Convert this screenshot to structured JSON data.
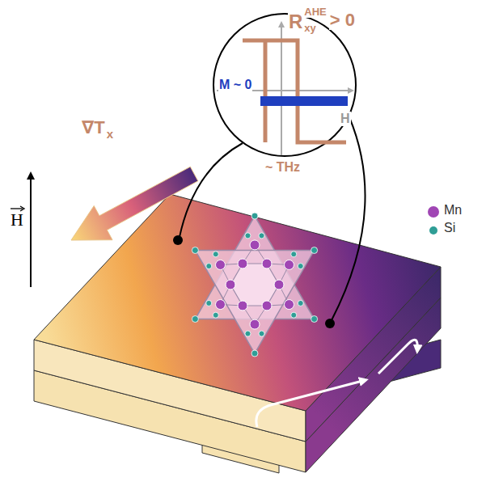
{
  "diagram": {
    "nodes": [
      {
        "text": [
          "R",
          "xy",
          "AHE",
          "> 0",
          "M ~ 0",
          "H",
          "~ THz"
        ]
      }
    ],
    "labels": [
      "∇T",
      "x",
      "H"
    ],
    "legend": [
      {
        "text": "Mn",
        "color": "#a046b4"
      },
      {
        "text": "Si",
        "color": "#2f9e96"
      }
    ]
  }
}
